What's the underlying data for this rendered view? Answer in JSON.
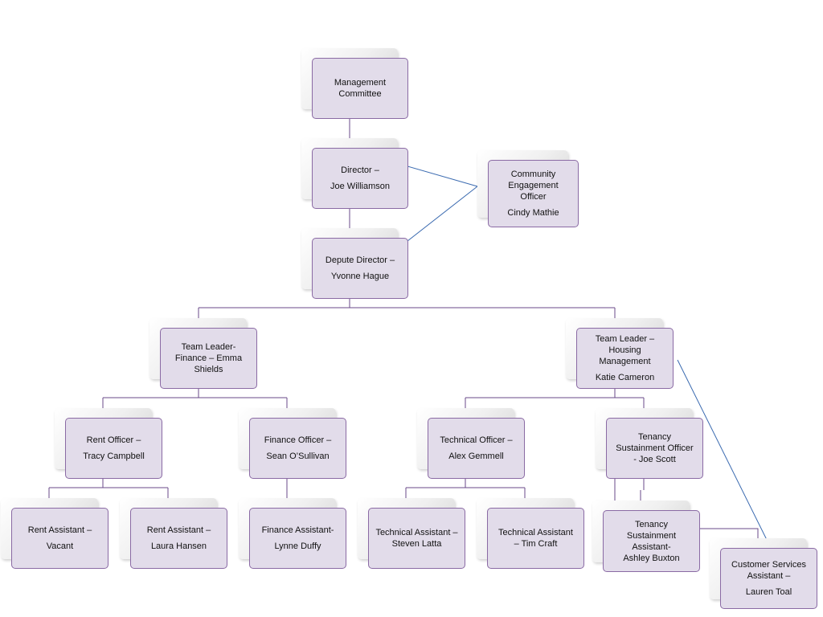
{
  "nodes": {
    "management": {
      "line1": "Management",
      "line2": "Committee"
    },
    "director": {
      "line1": "Director –",
      "line2": "Joe Williamson"
    },
    "community": {
      "line1": "Community",
      "line2": "Engagement",
      "line3": "Officer",
      "line4": "Cindy Mathie"
    },
    "depute": {
      "line1": "Depute Director –",
      "line2": "Yvonne Hague"
    },
    "tl_finance": {
      "line1": "Team Leader-",
      "line2": "Finance  – Emma",
      "line3": "Shields"
    },
    "tl_housing": {
      "line1": "Team Leader –",
      "line2": "Housing",
      "line3": "Management",
      "line4": "Katie Cameron"
    },
    "rent_officer": {
      "line1": "Rent Officer –",
      "line2": "Tracy Campbell"
    },
    "finance_officer": {
      "line1": "Finance Officer –",
      "line2": "Sean O’Sullivan"
    },
    "technical_officer": {
      "line1": "Technical Officer –",
      "line2": "Alex Gemmell"
    },
    "tenancy_officer": {
      "line1": "Tenancy",
      "line2": "Sustainment Officer",
      "line3": "- Joe Scott"
    },
    "rent_asst_vacant": {
      "line1": "Rent Assistant –",
      "line2": "Vacant"
    },
    "rent_asst_laura": {
      "line1": "Rent Assistant –",
      "line2": "Laura Hansen"
    },
    "finance_asst": {
      "line1": "Finance Assistant-",
      "line2": "Lynne Duffy"
    },
    "tech_asst_steven": {
      "line1": "Technical Assistant –",
      "line2": "Steven Latta"
    },
    "tech_asst_tim": {
      "line1": "Technical  Assistant",
      "line2": "–    Tim Craft"
    },
    "tenancy_asst": {
      "line1": "Tenancy",
      "line2": "Sustainment",
      "line3": "Assistant-",
      "line4": "Ashley Buxton"
    },
    "customer_services": {
      "line1": "Customer Services",
      "line2": "Assistant –",
      "line3": "Lauren Toal"
    }
  },
  "colors": {
    "box_fill": "#e2dcea",
    "box_border": "#8a6aa4",
    "connector": "#6a4a8a",
    "dotted_line": "#3a6ab0"
  }
}
